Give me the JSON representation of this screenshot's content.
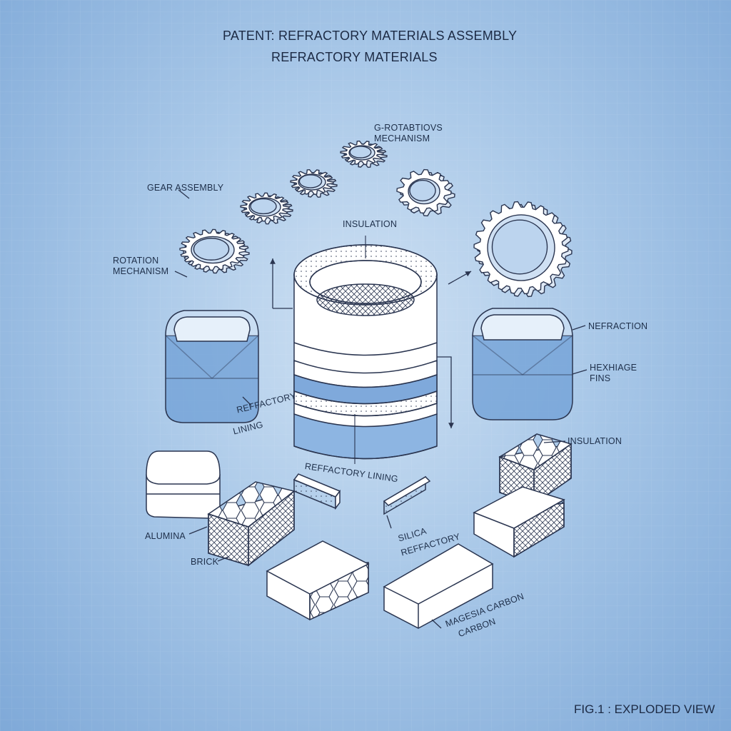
{
  "title": "PATENT: REFRACTORY MATERIALS ASSEMBLY",
  "subtitle": "REFRACTORY MATERIALS",
  "figure_caption": "FIG.1 : EXPLODED VIEW",
  "labels": {
    "rotation_mechanism_top_1": "G-ROTABTIOVS",
    "rotation_mechanism_top_2": "MECHANISM",
    "gear_assembly": "GEAR ASSEMBLY",
    "rotation_mechanism_left_1": "ROTATION",
    "rotation_mechanism_left_2": "MECHANISM",
    "insulation_top": "INSULATION",
    "refraction": "NEFRACTION",
    "hexhage_fins_1": "HEXHIAGE",
    "hexhage_fins_2": "FINS",
    "refractory_lining_left_1": "REFFACTORY",
    "refractory_lining_left_2": "LINING",
    "insulation_right": "INSULATION",
    "refractory_lining_center": "REFFACTORY LINING",
    "alumina": "ALUMINA",
    "brick": "BRICK",
    "silica_1": "SILICA",
    "silica_2": "REFFACTORY",
    "magnesia_1": "MAGESIA CARBON",
    "magnesia_2": "CARBON"
  },
  "colors": {
    "line": "#2a3550",
    "glass": "#6f9fd6",
    "paper": "#ffffff"
  }
}
